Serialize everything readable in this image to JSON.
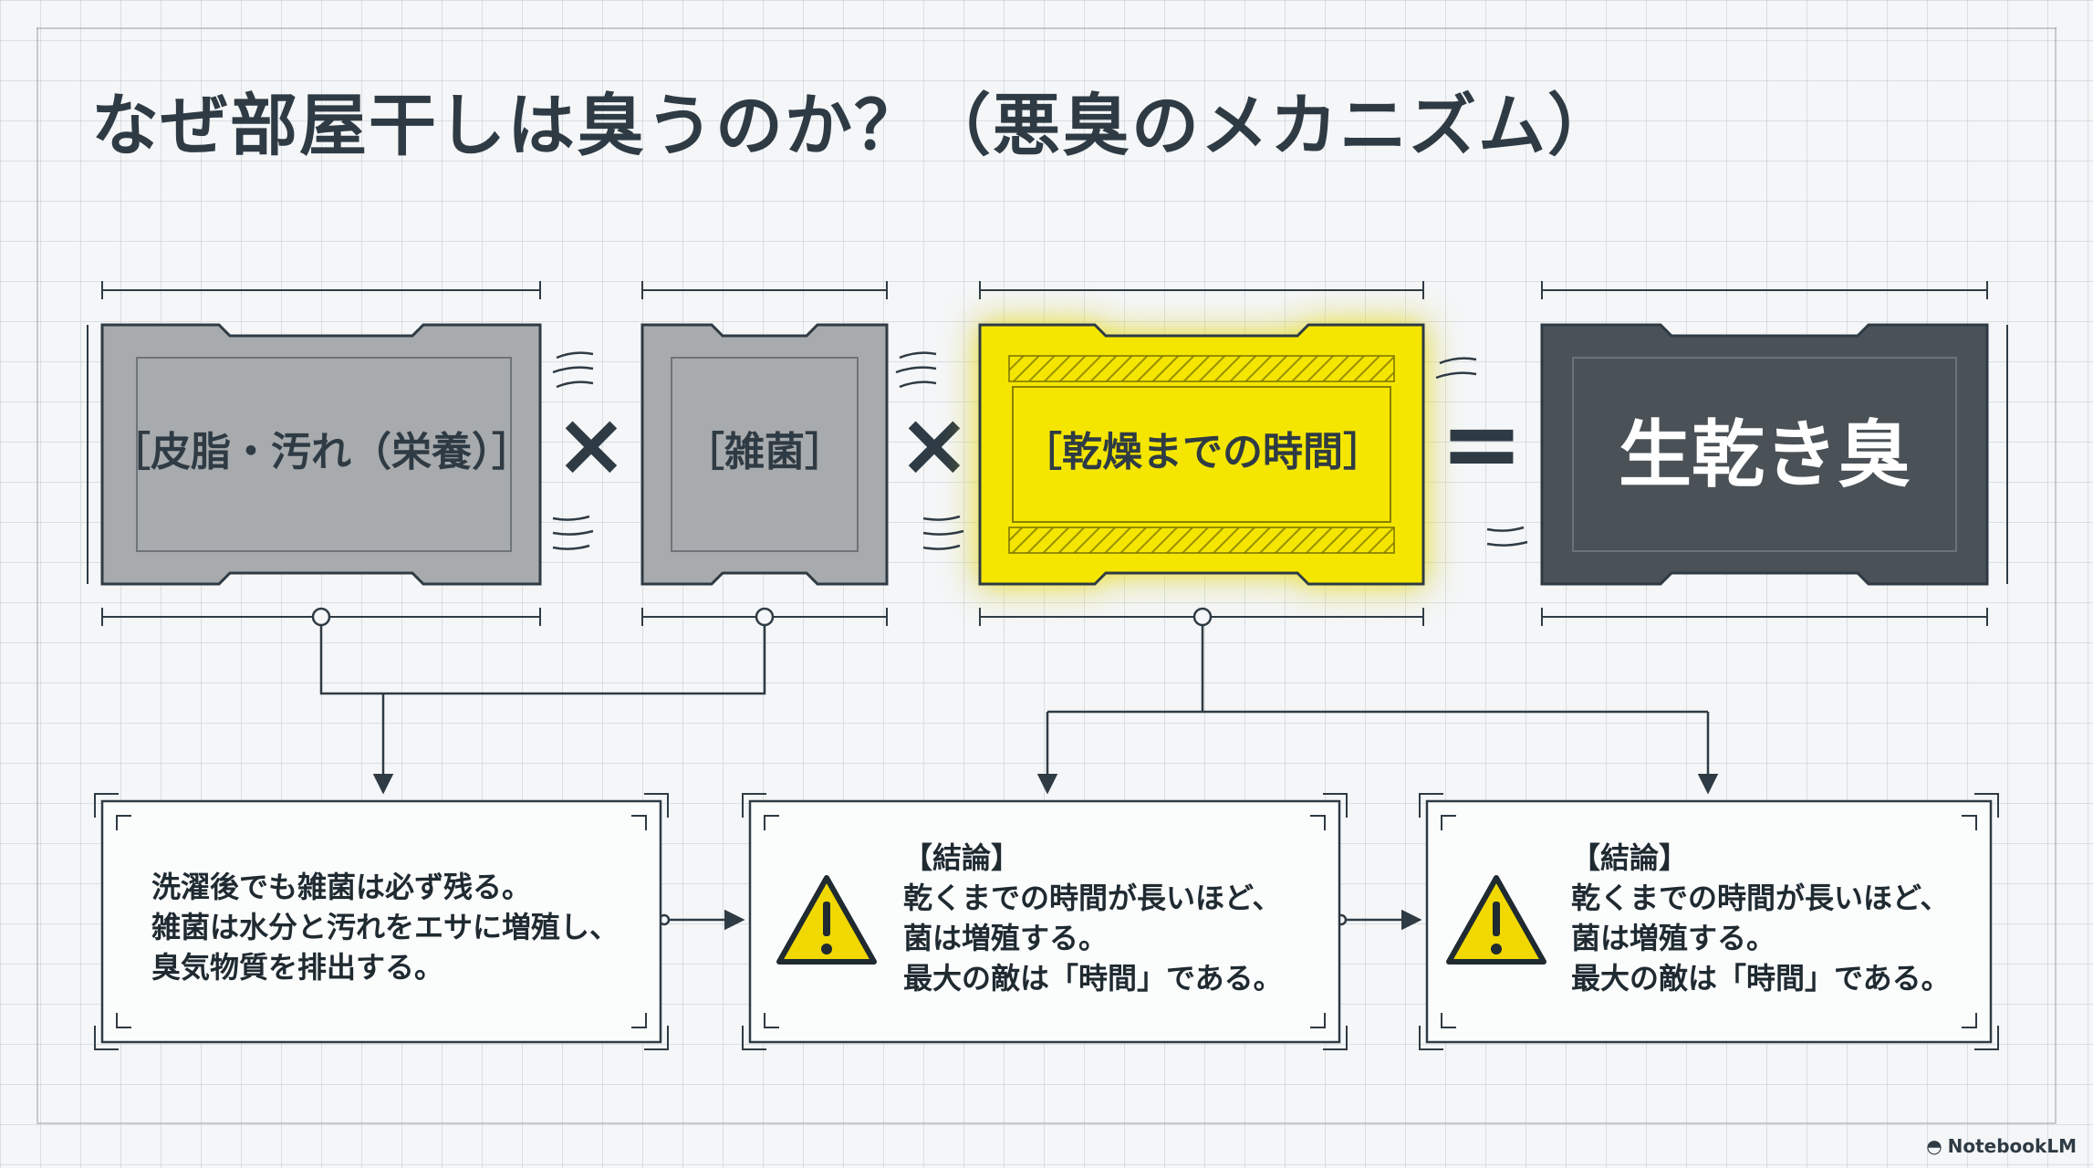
{
  "title": "なぜ部屋干しは臭うのか？（悪臭のメカニズム）",
  "equation": {
    "factors": [
      {
        "label": "［皮脂・汚れ（栄養）］",
        "highlight": false
      },
      {
        "label": "［雑菌］",
        "highlight": false
      },
      {
        "label": "［乾燥までの時間］",
        "highlight": true
      }
    ],
    "times_symbol": "×",
    "equals_symbol": "=",
    "result": "生乾き臭"
  },
  "notes": [
    {
      "heading": "",
      "lines": [
        "洗濯後でも雑菌は必ず残る。",
        "雑菌は水分と汚れをエサに増殖し、",
        "臭気物質を排出する。"
      ],
      "warning": false
    },
    {
      "heading": "【結論】",
      "lines": [
        "乾くまでの時間が長いほど、",
        "菌は増殖する。",
        "最大の敵は「時間」である。"
      ],
      "warning": true
    },
    {
      "heading": "【結論】",
      "lines": [
        "乾くまでの時間が長いほど、",
        "菌は増殖する。",
        "最大の敵は「時間」である。"
      ],
      "warning": true
    }
  ],
  "watermark": "NotebookLM",
  "colors": {
    "dark": "#2f3b44",
    "gray_box": "#a8abad",
    "highlight": "#f4e600",
    "result_box": "#4a5157",
    "warning": "#f0d800"
  }
}
